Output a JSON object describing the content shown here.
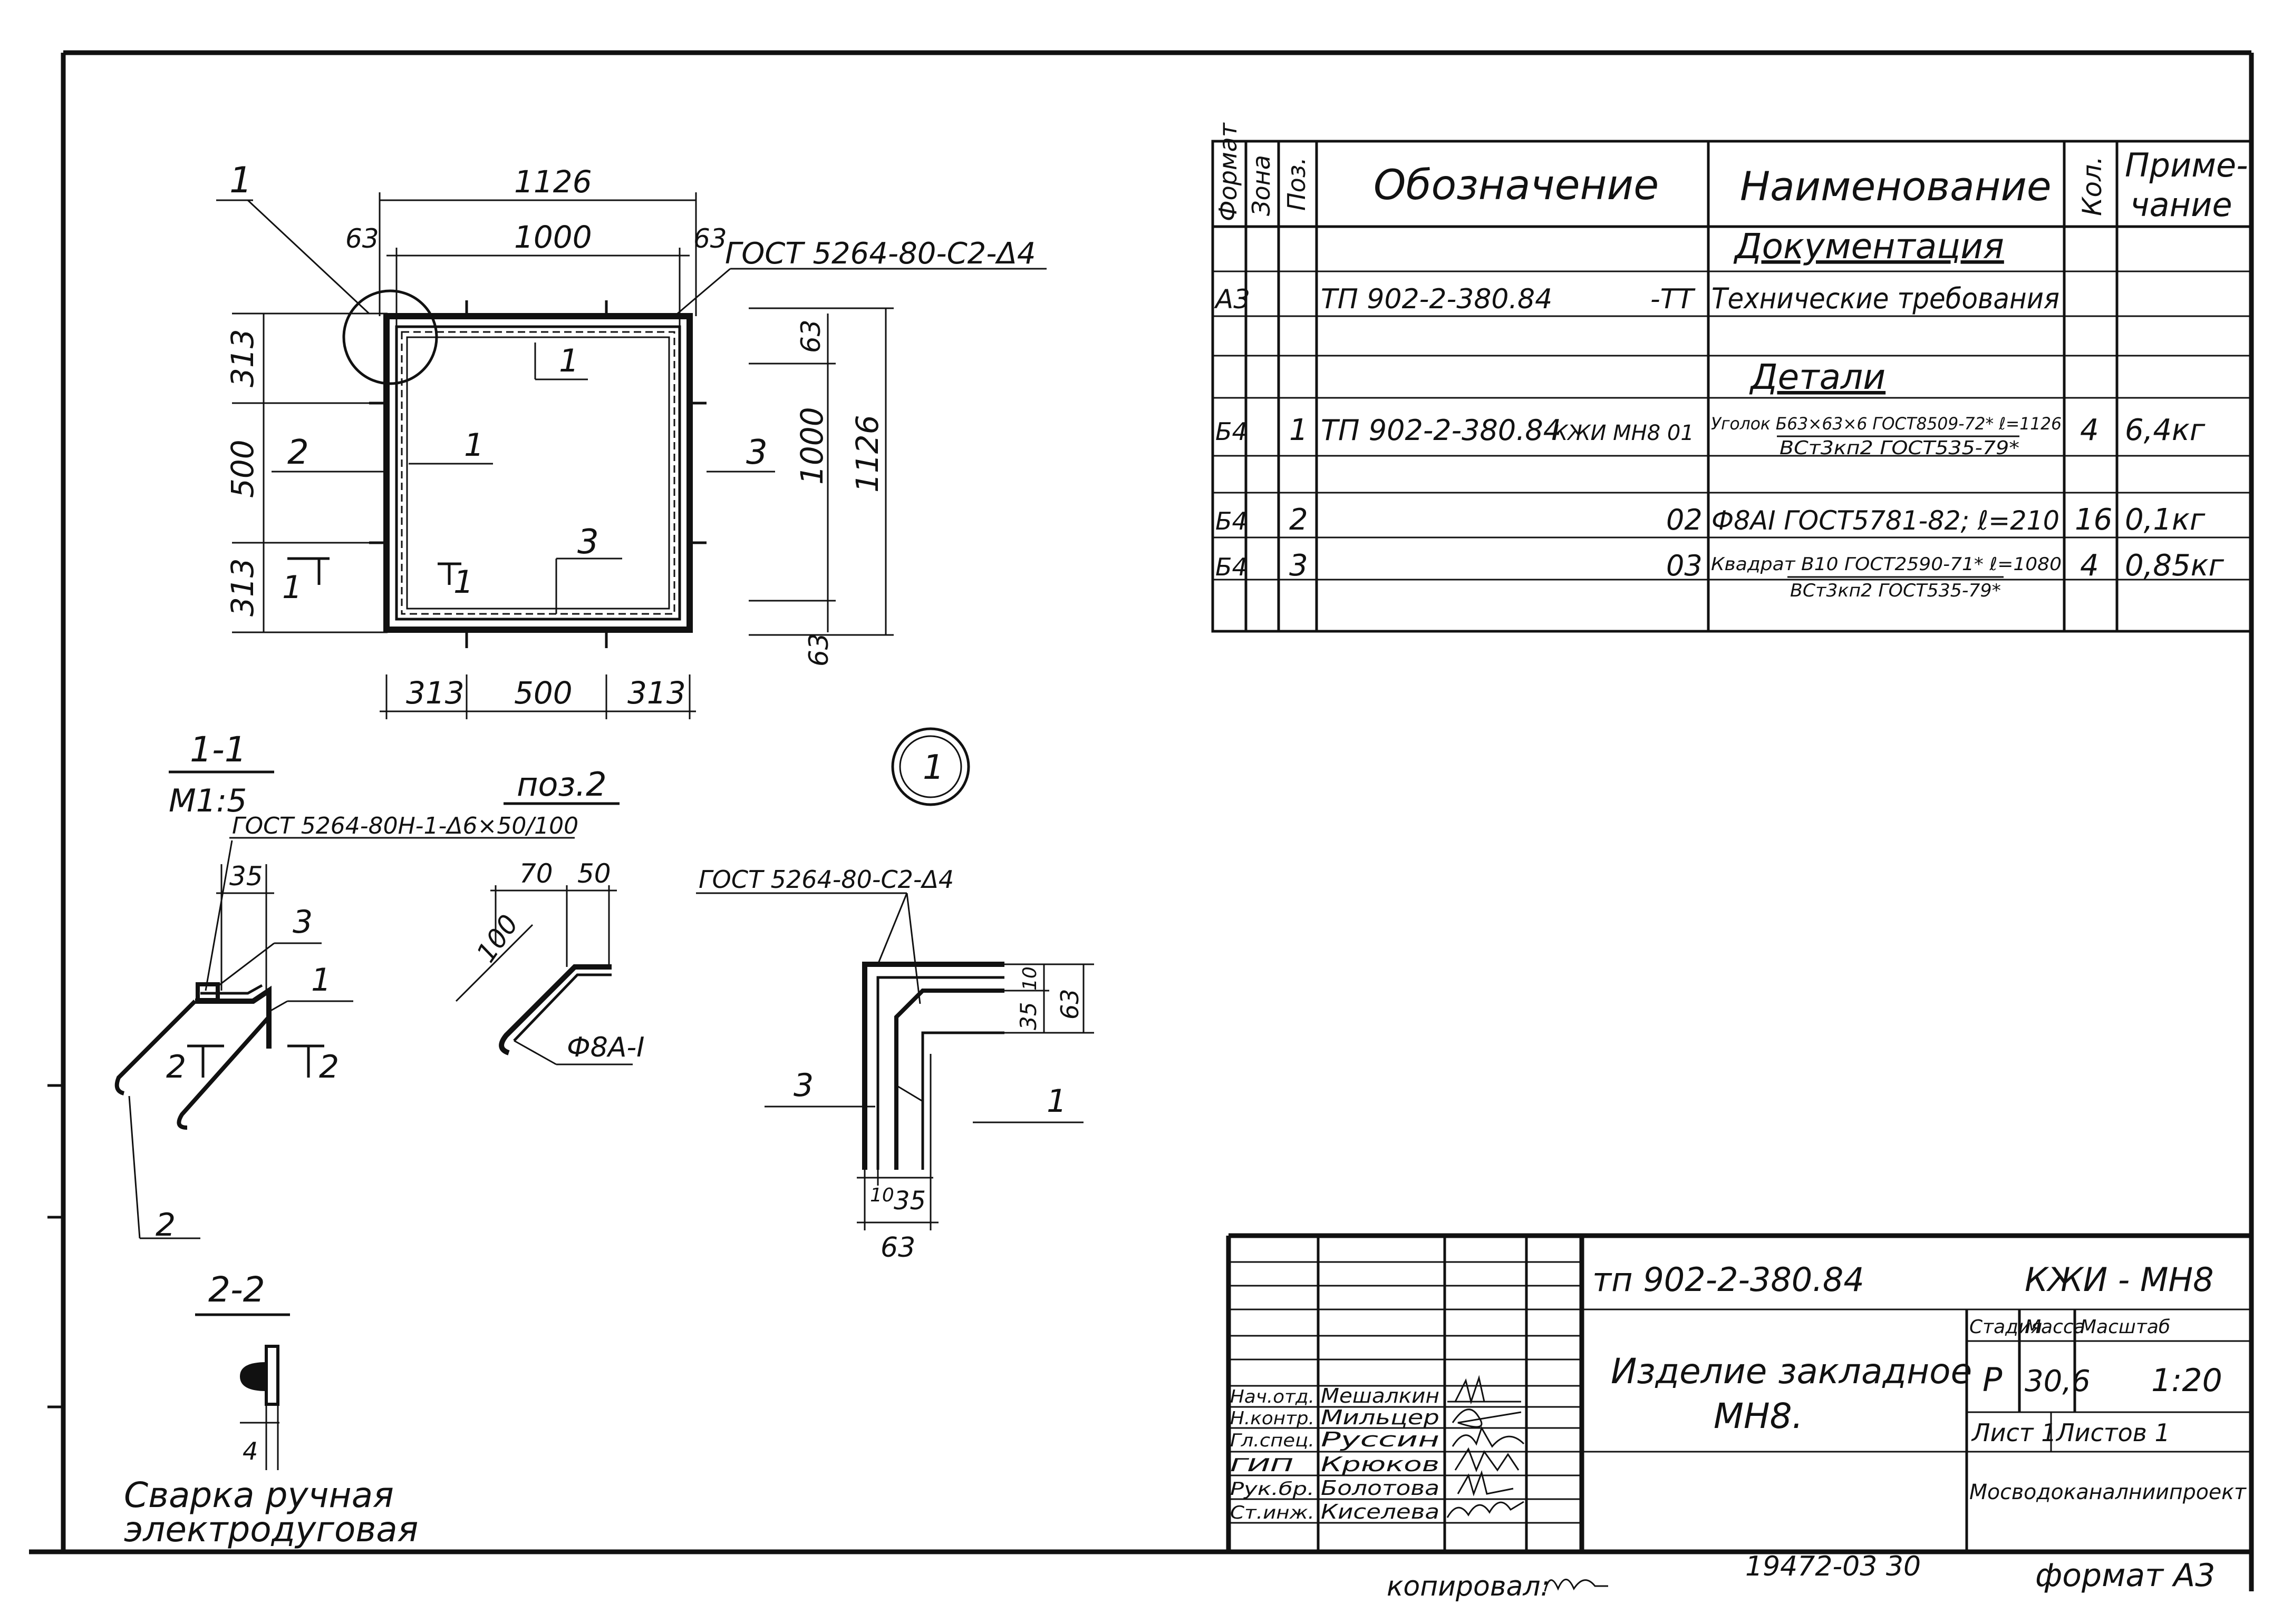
{
  "spec_table": {
    "headers": {
      "format": "Формат",
      "zone": "Зона",
      "pos": "Поз.",
      "designation": "Обозначение",
      "name": "Наименование",
      "qty": "Кол.",
      "note_line1": "Приме-",
      "note_line2": "чание"
    },
    "section_docs": "Документация",
    "section_details": "Детали",
    "rows": [
      {
        "format": "А3",
        "pos": "",
        "designation": "ТП 902-2-380.84",
        "designation_suffix": "-ТТ",
        "name_line1": "Технические требования",
        "name_line2": "",
        "qty": "",
        "note": ""
      },
      {
        "format": "Б4",
        "pos": "1",
        "designation": "ТП 902-2-380.84",
        "designation_suffix": "КЖИ МН8 01",
        "name_line1": "Уголок Б63×63×6 ГОСТ8509-72* ℓ=1126",
        "name_line2": "ВСт3кп2 ГОСТ535-79*",
        "qty": "4",
        "note": "6,4кг"
      },
      {
        "format": "Б4",
        "pos": "2",
        "designation": "",
        "designation_suffix": "02",
        "name_line1": "Ф8АI ГОСТ5781-82; ℓ=210",
        "name_line2": "",
        "qty": "16",
        "note": "0,1кг"
      },
      {
        "format": "Б4",
        "pos": "3",
        "designation": "",
        "designation_suffix": "03",
        "name_line1": "Квадрат В10 ГОСТ2590-71* ℓ=1080",
        "name_line2": "ВСт3кп2 ГОСТ535-79*",
        "qty": "4",
        "note": "0,85кг"
      }
    ]
  },
  "plan_view": {
    "dims_top": [
      "1126",
      "1000",
      "63",
      "63"
    ],
    "weld_note": "ГОСТ 5264-80-С2-Δ4",
    "dims_left": [
      "313",
      "500",
      "313"
    ],
    "dims_right": [
      "63",
      "1000",
      "1126",
      "63"
    ],
    "dims_bottom": [
      "313",
      "500",
      "313"
    ],
    "callouts": [
      "1",
      "1",
      "1",
      "2",
      "3",
      "3"
    ],
    "section_marks": [
      "1",
      "1"
    ],
    "node_mark": "1"
  },
  "section_1_1": {
    "title": "1-1",
    "scale": "М1:5",
    "weld_note": "ГОСТ 5264-80Н-1-Δ6×50/100",
    "dim": "35",
    "callouts": [
      "3",
      "1",
      "2"
    ],
    "section_marks": [
      "2",
      "2"
    ]
  },
  "pos_2": {
    "title": "поз.2",
    "dims": [
      "70",
      "50",
      "100"
    ],
    "bar_label": "Ф8А-I"
  },
  "node_1": {
    "weld_note": "ГОСТ 5264-80-С2-Δ4",
    "dims": [
      "35",
      "10",
      "63",
      "10",
      "35",
      "63"
    ],
    "callouts": [
      "3",
      "1"
    ]
  },
  "section_2_2": {
    "title": "2-2",
    "dim": "4",
    "note_line1": "Сварка ручная",
    "note_line2": "электродуговая"
  },
  "title_block": {
    "doc_code": "тп 902-2-380.84",
    "doc_mark": "КЖИ - МН8",
    "product_name_line1": "Изделие закладное",
    "product_name_line2": "МН8.",
    "headers": {
      "stage": "Стадия",
      "mass": "Масса",
      "scale": "Масштаб"
    },
    "stage": "Р",
    "mass": "30,6",
    "scale": "1:20",
    "sheet_label": "Лист 1",
    "sheets_label": "Листов 1",
    "org": "Мосводоканалниипроект",
    "staff": [
      {
        "role": "Нач.отд.",
        "name": "Мешалкин"
      },
      {
        "role": "Н.контр.",
        "name": "Мильцер"
      },
      {
        "role": "Гл.спец.",
        "name": "Руссин"
      },
      {
        "role": "ГИП",
        "name": "Крюков"
      },
      {
        "role": "Рук.бр.",
        "name": "Болотова"
      },
      {
        "role": "Ст.инж.",
        "name": "Киселева"
      }
    ]
  },
  "footer": {
    "copied": "копировал:",
    "inv": "19472-03  30",
    "format": "формат А3"
  }
}
